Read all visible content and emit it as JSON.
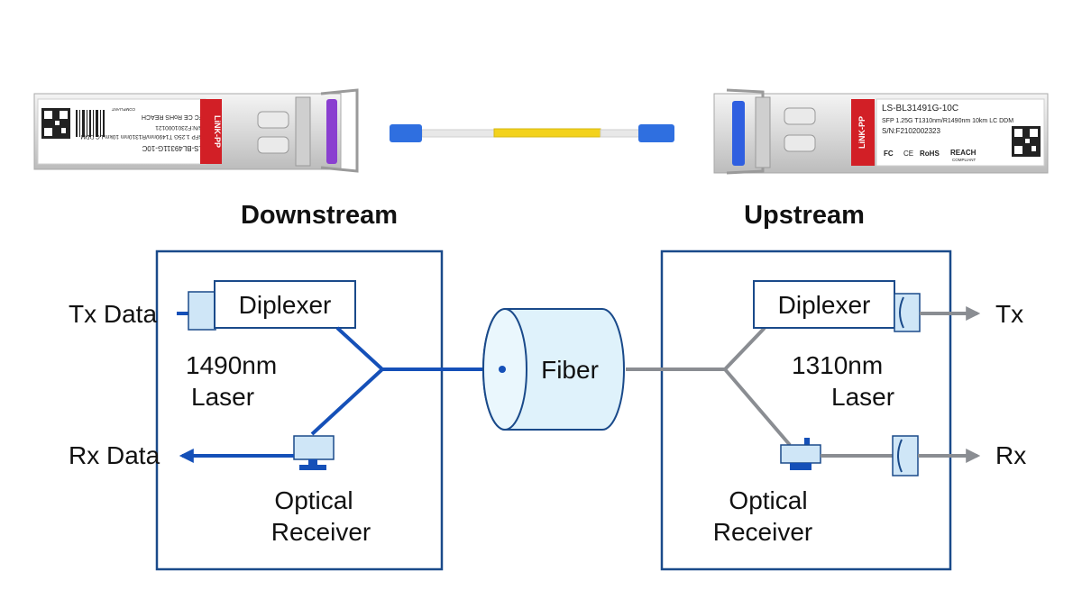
{
  "colors": {
    "downstream_blue": "#1550b8",
    "upstream_gray": "#8a8d92",
    "box_border": "#1a4a8a",
    "fiber_fill": "#dff2fb",
    "brand_red": "#d21f26",
    "cable_yellow": "#f3d21c",
    "connector_blue": "#2f6fe0"
  },
  "left_module": {
    "brand": "LiNK-PP",
    "model": "LS-BL49311G-10C",
    "spec": "SFP 1.25G T1490nm/R1310nm 10km LC DDM",
    "serial": "S/N:F2301000121",
    "marks": "FC CE RoHS REACH",
    "compliant": "COMPLIANT"
  },
  "right_module": {
    "brand": "LiNK-PP",
    "model": "LS-BL31491G-10C",
    "spec": "SFP 1.25G T1310nm/R1490nm 10km LC DDM",
    "serial": "S/N:F2102002323",
    "marks": {
      "fc": "FC",
      "ce": "CE",
      "rohs": "RoHS",
      "reach": "REACH"
    },
    "compliant": "COMPLIANT"
  },
  "downstream": {
    "heading": "Downstream",
    "tx_label": "Tx Data",
    "rx_label": "Rx Data",
    "diplexer": "Diplexer",
    "laser_wavelength": "1490nm",
    "laser": "Laser",
    "receiver_line1": "Optical",
    "receiver_line2": "Receiver"
  },
  "fiber": {
    "label": "Fiber"
  },
  "upstream": {
    "heading": "Upstream",
    "tx_label": "Tx",
    "rx_label": "Rx",
    "diplexer": "Diplexer",
    "laser_wavelength": "1310nm",
    "laser": "Laser",
    "receiver_line1": "Optical",
    "receiver_line2": "Receiver"
  }
}
